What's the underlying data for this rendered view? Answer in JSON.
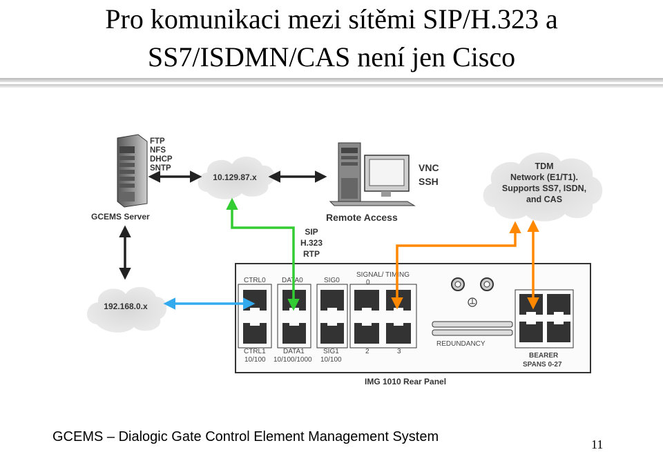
{
  "title": {
    "line1": "Pro komunikaci mezi sítěmi SIP/H.323 a",
    "line2": "SS7/ISDMN/CAS není jen Cisco"
  },
  "diagram": {
    "server": {
      "protocols": [
        "FTP",
        "NFS",
        "DHCP",
        "SNTP"
      ],
      "label": "GCEMS Server"
    },
    "clouds": {
      "network_a": "10.129.87.x",
      "network_b": "192.168.0.x",
      "tdm": [
        "TDM",
        "Network (E1/T1).",
        "Supports SS7, ISDN,",
        "and CAS"
      ]
    },
    "remote": {
      "protocols": [
        "VNC",
        "SSH"
      ],
      "label": "Remote Access"
    },
    "signaling_labels": [
      "SIP",
      "H.323",
      "RTP"
    ],
    "panel": {
      "label": "IMG 1010 Rear Panel",
      "ports": {
        "ctrl0": "CTRL0",
        "data0": "DATA0",
        "sig0": "SIG0",
        "signal_timing": "SIGNAL/ TIMING",
        "zero": "0",
        "ctrl1": "CTRL1",
        "ctrl1_speed": "10/100",
        "data1": "DATA1",
        "data1_speed": "10/100/1000",
        "sig1": "SIG1",
        "sig1_speed": "10/100",
        "two": "2",
        "three": "3",
        "redundancy": "REDUNDANCY",
        "bearer": "BEARER",
        "spans": "SPANS 0-27"
      }
    },
    "colors": {
      "black_arrow": "#222222",
      "green_arrow": "#33cc33",
      "orange_arrow": "#ff8800",
      "blue_arrow": "#33aaee"
    }
  },
  "footer": {
    "caption": "GCEMS – Dialogic Gate Control Element Management System",
    "page": "11"
  }
}
